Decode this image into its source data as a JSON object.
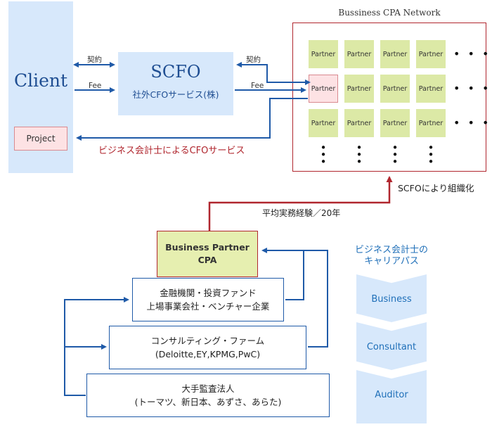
{
  "client": {
    "label": "Client",
    "project_label": "Project"
  },
  "scfo": {
    "title": "SCFO",
    "subtitle": "社外CFOサービス(株)"
  },
  "flows": {
    "contract_left": "契約",
    "fee_left": "Fee",
    "contract_right": "契約",
    "fee_right": "Fee",
    "service": "ビジネス会計士によるCFOサービス",
    "organized": "SCFOにより組織化",
    "experience": "平均実務経験／20年"
  },
  "network": {
    "title": "Bussiness CPA Network",
    "partner_label": "Partner",
    "rows": [
      [
        "Partner",
        "Partner",
        "Partner",
        "Partner"
      ],
      [
        "Partner",
        "Partner",
        "Partner",
        "Partner"
      ],
      [
        "Partner",
        "Partner",
        "Partner",
        "Partner"
      ]
    ],
    "ellipsis": "• • •"
  },
  "business_partner": {
    "line1": "Business Partner",
    "line2": "CPA"
  },
  "boxes": [
    {
      "line1": "金融機関・投資ファンド",
      "line2": "上場事業会社・ベンチャー企業"
    },
    {
      "line1": "コンサルティング・ファーム",
      "line2": "(Deloitte,EY,KPMG,PwC)"
    },
    {
      "line1": "大手監査法人",
      "line2": "(トーマツ、新日本、あずさ、あらた)"
    }
  ],
  "career": {
    "title_line1": "ビジネス会計士の",
    "title_line2": "キャリアパス",
    "steps": [
      "Business",
      "Consultant",
      "Auditor"
    ]
  },
  "colors": {
    "blue": "#1f5aa8",
    "red": "#b0262e",
    "light_blue": "#d7e8fb",
    "green": "#dce9a6",
    "pink": "#fde2e4"
  }
}
